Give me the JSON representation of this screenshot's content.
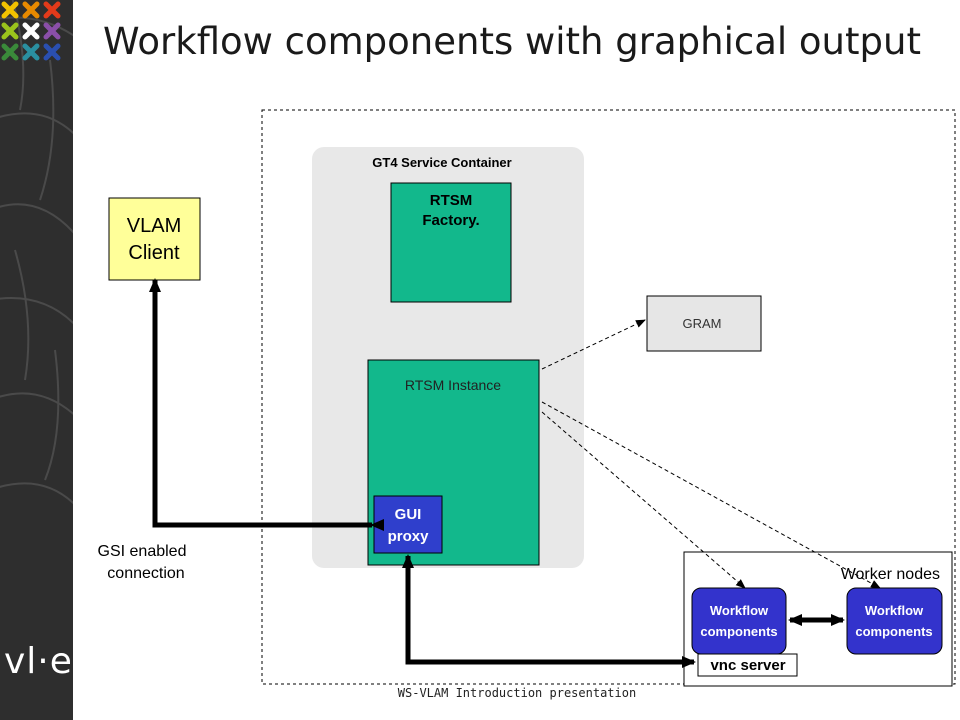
{
  "title": "Workflow components with graphical output",
  "footer": "WS-VLAM Introduction presentation",
  "logo": {
    "text": "vl·e"
  },
  "colors": {
    "teal": "#12b88c",
    "yellow": "#ffff99",
    "container_gray": "#e8e8e8",
    "gram_gray": "#e6e6e6",
    "blue": "#3333cc"
  },
  "diagram": {
    "gt4_container": "GT4 Service Container",
    "rtsm_factory": [
      "RTSM",
      "Factory."
    ],
    "rtsm_instance": "RTSM Instance",
    "gui_proxy": [
      "GUI",
      "proxy"
    ],
    "vlam_client": [
      "VLAM",
      "Client"
    ],
    "gram": "GRAM",
    "gsi": [
      "GSI enabled",
      "connection"
    ],
    "worker_nodes": "Worker nodes",
    "workflow_1": [
      "Workflow",
      "components"
    ],
    "workflow_2": [
      "Workflow",
      "components"
    ],
    "vnc_server": "vnc server"
  }
}
